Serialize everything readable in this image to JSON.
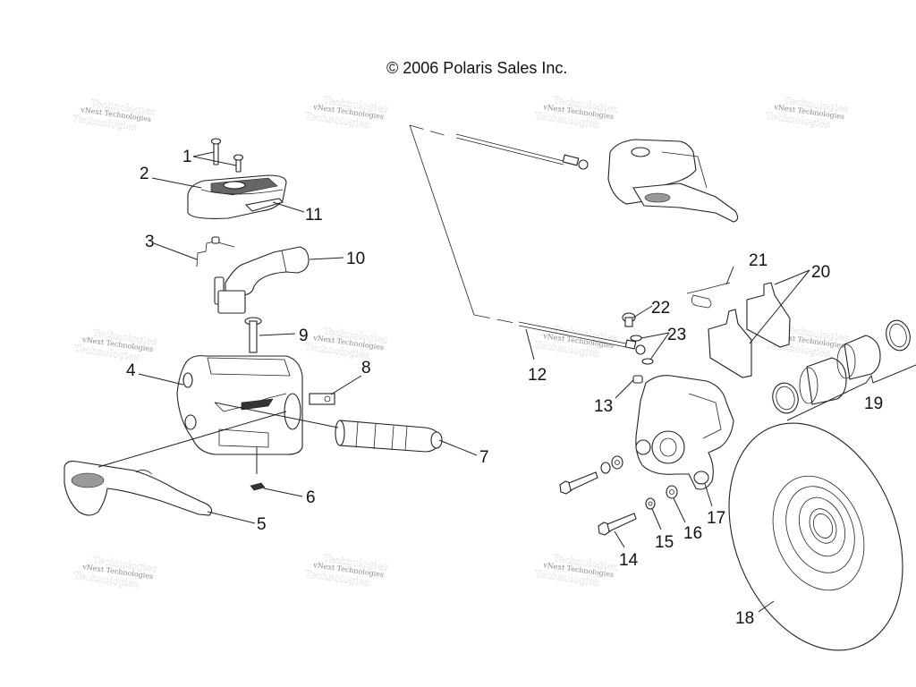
{
  "diagram": {
    "title": "© 2006 Polaris Sales Inc.",
    "watermark": "vNext Technologies",
    "watermark_ghost": "Technologies",
    "callouts": [
      {
        "id": "1",
        "label": "1"
      },
      {
        "id": "2",
        "label": "2"
      },
      {
        "id": "3",
        "label": "3"
      },
      {
        "id": "4",
        "label": "4"
      },
      {
        "id": "5",
        "label": "5"
      },
      {
        "id": "6",
        "label": "6"
      },
      {
        "id": "7",
        "label": "7"
      },
      {
        "id": "8",
        "label": "8"
      },
      {
        "id": "9",
        "label": "9"
      },
      {
        "id": "10",
        "label": "10"
      },
      {
        "id": "11",
        "label": "11"
      },
      {
        "id": "12",
        "label": "12"
      },
      {
        "id": "13",
        "label": "13"
      },
      {
        "id": "14",
        "label": "14"
      },
      {
        "id": "15",
        "label": "15"
      },
      {
        "id": "16",
        "label": "16"
      },
      {
        "id": "17",
        "label": "17"
      },
      {
        "id": "18",
        "label": "18"
      },
      {
        "id": "19",
        "label": "19"
      },
      {
        "id": "20",
        "label": "20"
      },
      {
        "id": "21",
        "label": "21"
      },
      {
        "id": "22",
        "label": "22"
      },
      {
        "id": "23",
        "label": "23"
      }
    ],
    "parts": [
      "mounting-screws",
      "reservoir-cover",
      "spring-clip",
      "master-cylinder-body",
      "brake-lever",
      "retainer-clip",
      "piston-assembly",
      "brake-light-switch",
      "pivot-pin",
      "park-brake-lever",
      "cover-gasket",
      "brake-line",
      "bleeder-valve",
      "caliper-bolt",
      "lock-washer",
      "flat-washer",
      "brake-caliper",
      "brake-disc",
      "caliper-piston-kit",
      "brake-pads",
      "pad-retainer-pin",
      "banjo-bolt",
      "sealing-washers"
    ]
  }
}
